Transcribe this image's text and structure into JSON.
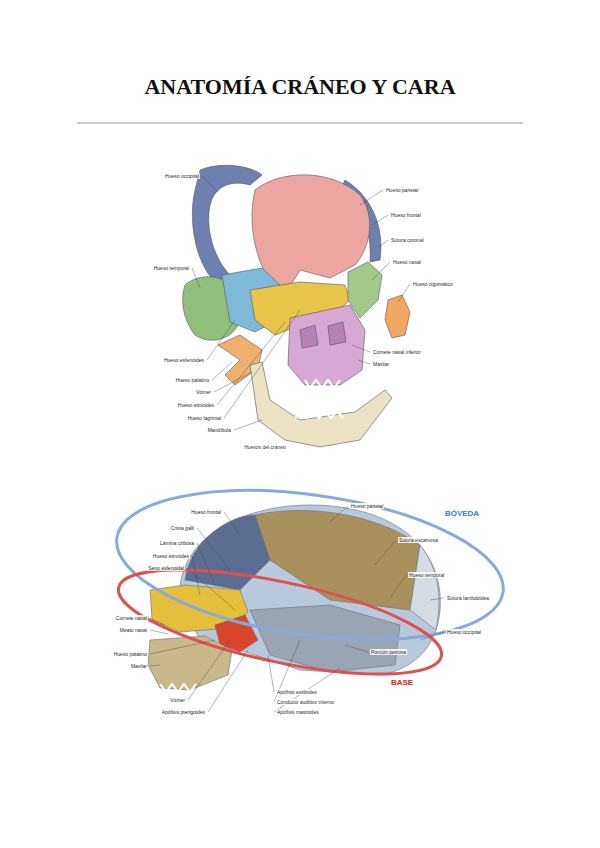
{
  "diagram": {
    "title": "ANATOMÍA CRÁNEO Y CARA",
    "labels": [
      "Hueso occipital",
      "Hueso temporal",
      "Hueso esfenoides",
      "Hueso palatino",
      "Vómer",
      "Hueso etmoides",
      "Hueso lagrimal",
      "Mandíbula",
      "Hueso parietal",
      "Hueso frontal",
      "Sutura coronal",
      "Hueso nasal",
      "Hueso cigomático",
      "Cornete nasal inferior",
      "Maxilar",
      "Huesos del cráneo",
      "BÓVEDA",
      "BASE",
      "Hueso frontal",
      "Crista galli",
      "Lámina cribosa",
      "Hueso etmoides",
      "Seno esfenoidal",
      "Cornete nasal",
      "Meato nasal",
      "Hueso palatino",
      "Maxilar",
      "Vómer",
      "Apófisis pterigoides",
      "Apófisis estiloides",
      "Conducto auditivo interno",
      "Apófisis mastoides",
      "Hueso parietal",
      "Sutura escamosa",
      "Hueso temporal",
      "Sutura lambdoidea",
      "Hueso occipital",
      "Porción petrosa"
    ]
  }
}
